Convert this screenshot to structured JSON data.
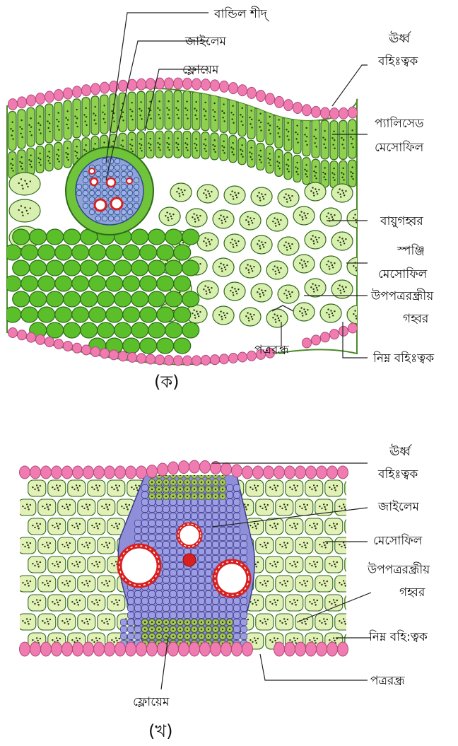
{
  "figure_a": {
    "caption": "(ক)",
    "labels": {
      "bundle_sheath": "বান্ডিল শীদ্",
      "xylem": "জাইলেম",
      "phloem": "ফ্লোয়েম",
      "upper_epidermis_1": "ঊর্ধ্ব",
      "upper_epidermis_2": "বহিঃত্বক",
      "palisade_1": "প্যালিসেড",
      "palisade_2": "মেসোফিল",
      "air_space": "বায়ুগহ্বর",
      "spongy_1": "স্পঞ্জি",
      "spongy_2": "মেসোফিল",
      "substomatal_1": "উপপত্ররন্ধ্রীয়",
      "substomatal_2": "গহ্বর",
      "stoma": "পত্ররন্ধ্র",
      "lower_epidermis": "নিম্ন বহিঃত্বক"
    }
  },
  "figure_b": {
    "caption": "(খ)",
    "labels": {
      "upper_epidermis_1": "ঊর্ধ্ব",
      "upper_epidermis_2": "বহিঃত্বক",
      "xylem": "জাইলেম",
      "mesophyll": "মেসোফিল",
      "substomatal_1": "উপপত্ররন্ধ্রীয়",
      "substomatal_2": "গহ্বর",
      "lower_epidermis": "নিম্ন বহি:ত্বক",
      "stoma": "পত্ররন্ধ্র",
      "phloem": "ফ্লোয়েম"
    }
  },
  "colors": {
    "epidermis": "#f07bb0",
    "palisade": "#8fd14f",
    "spongy": "#d9efb0",
    "bundle_sheath": "#6fc43a",
    "vascular": "#8fa3d8",
    "vascular_b": "#8f8ed8",
    "xylem_ring": "#d82020",
    "mesophyll_b": "#e3f0b8",
    "phloem_b": "#a6c65a",
    "outline": "#2d6a1a"
  }
}
